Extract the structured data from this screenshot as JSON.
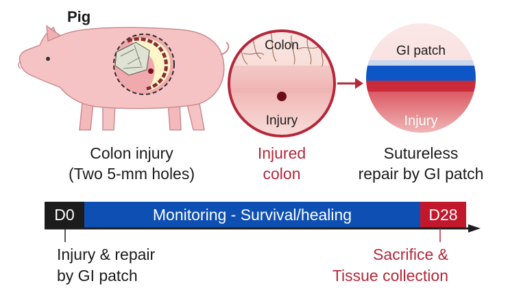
{
  "pig_panel": {
    "title": "Pig",
    "caption_line1": "Colon injury",
    "caption_line2": "(Two 5-mm holes)"
  },
  "colon_panel": {
    "top_label": "Colon",
    "bottom_label": "Injury",
    "caption_line1": "Injured",
    "caption_line2": "colon"
  },
  "patch_panel": {
    "top_label": "GI patch",
    "bottom_label": "Injury",
    "caption_line1": "Sutureless",
    "caption_line2": "repair by GI patch"
  },
  "timeline": {
    "start_label": "D0",
    "middle_label": "Monitoring - Survival/healing",
    "end_label": "D28",
    "start_note_line1": "Injury & repair",
    "start_note_line2": "by GI patch",
    "end_note_line1": "Sacrifice &",
    "end_note_line2": "Tissue collection"
  },
  "colors": {
    "pig_skin": "#f6c3c4",
    "injury_red": "#b5273a",
    "patch_blue": "#0e4fb4",
    "timeline_black": "#1c1c1c"
  }
}
